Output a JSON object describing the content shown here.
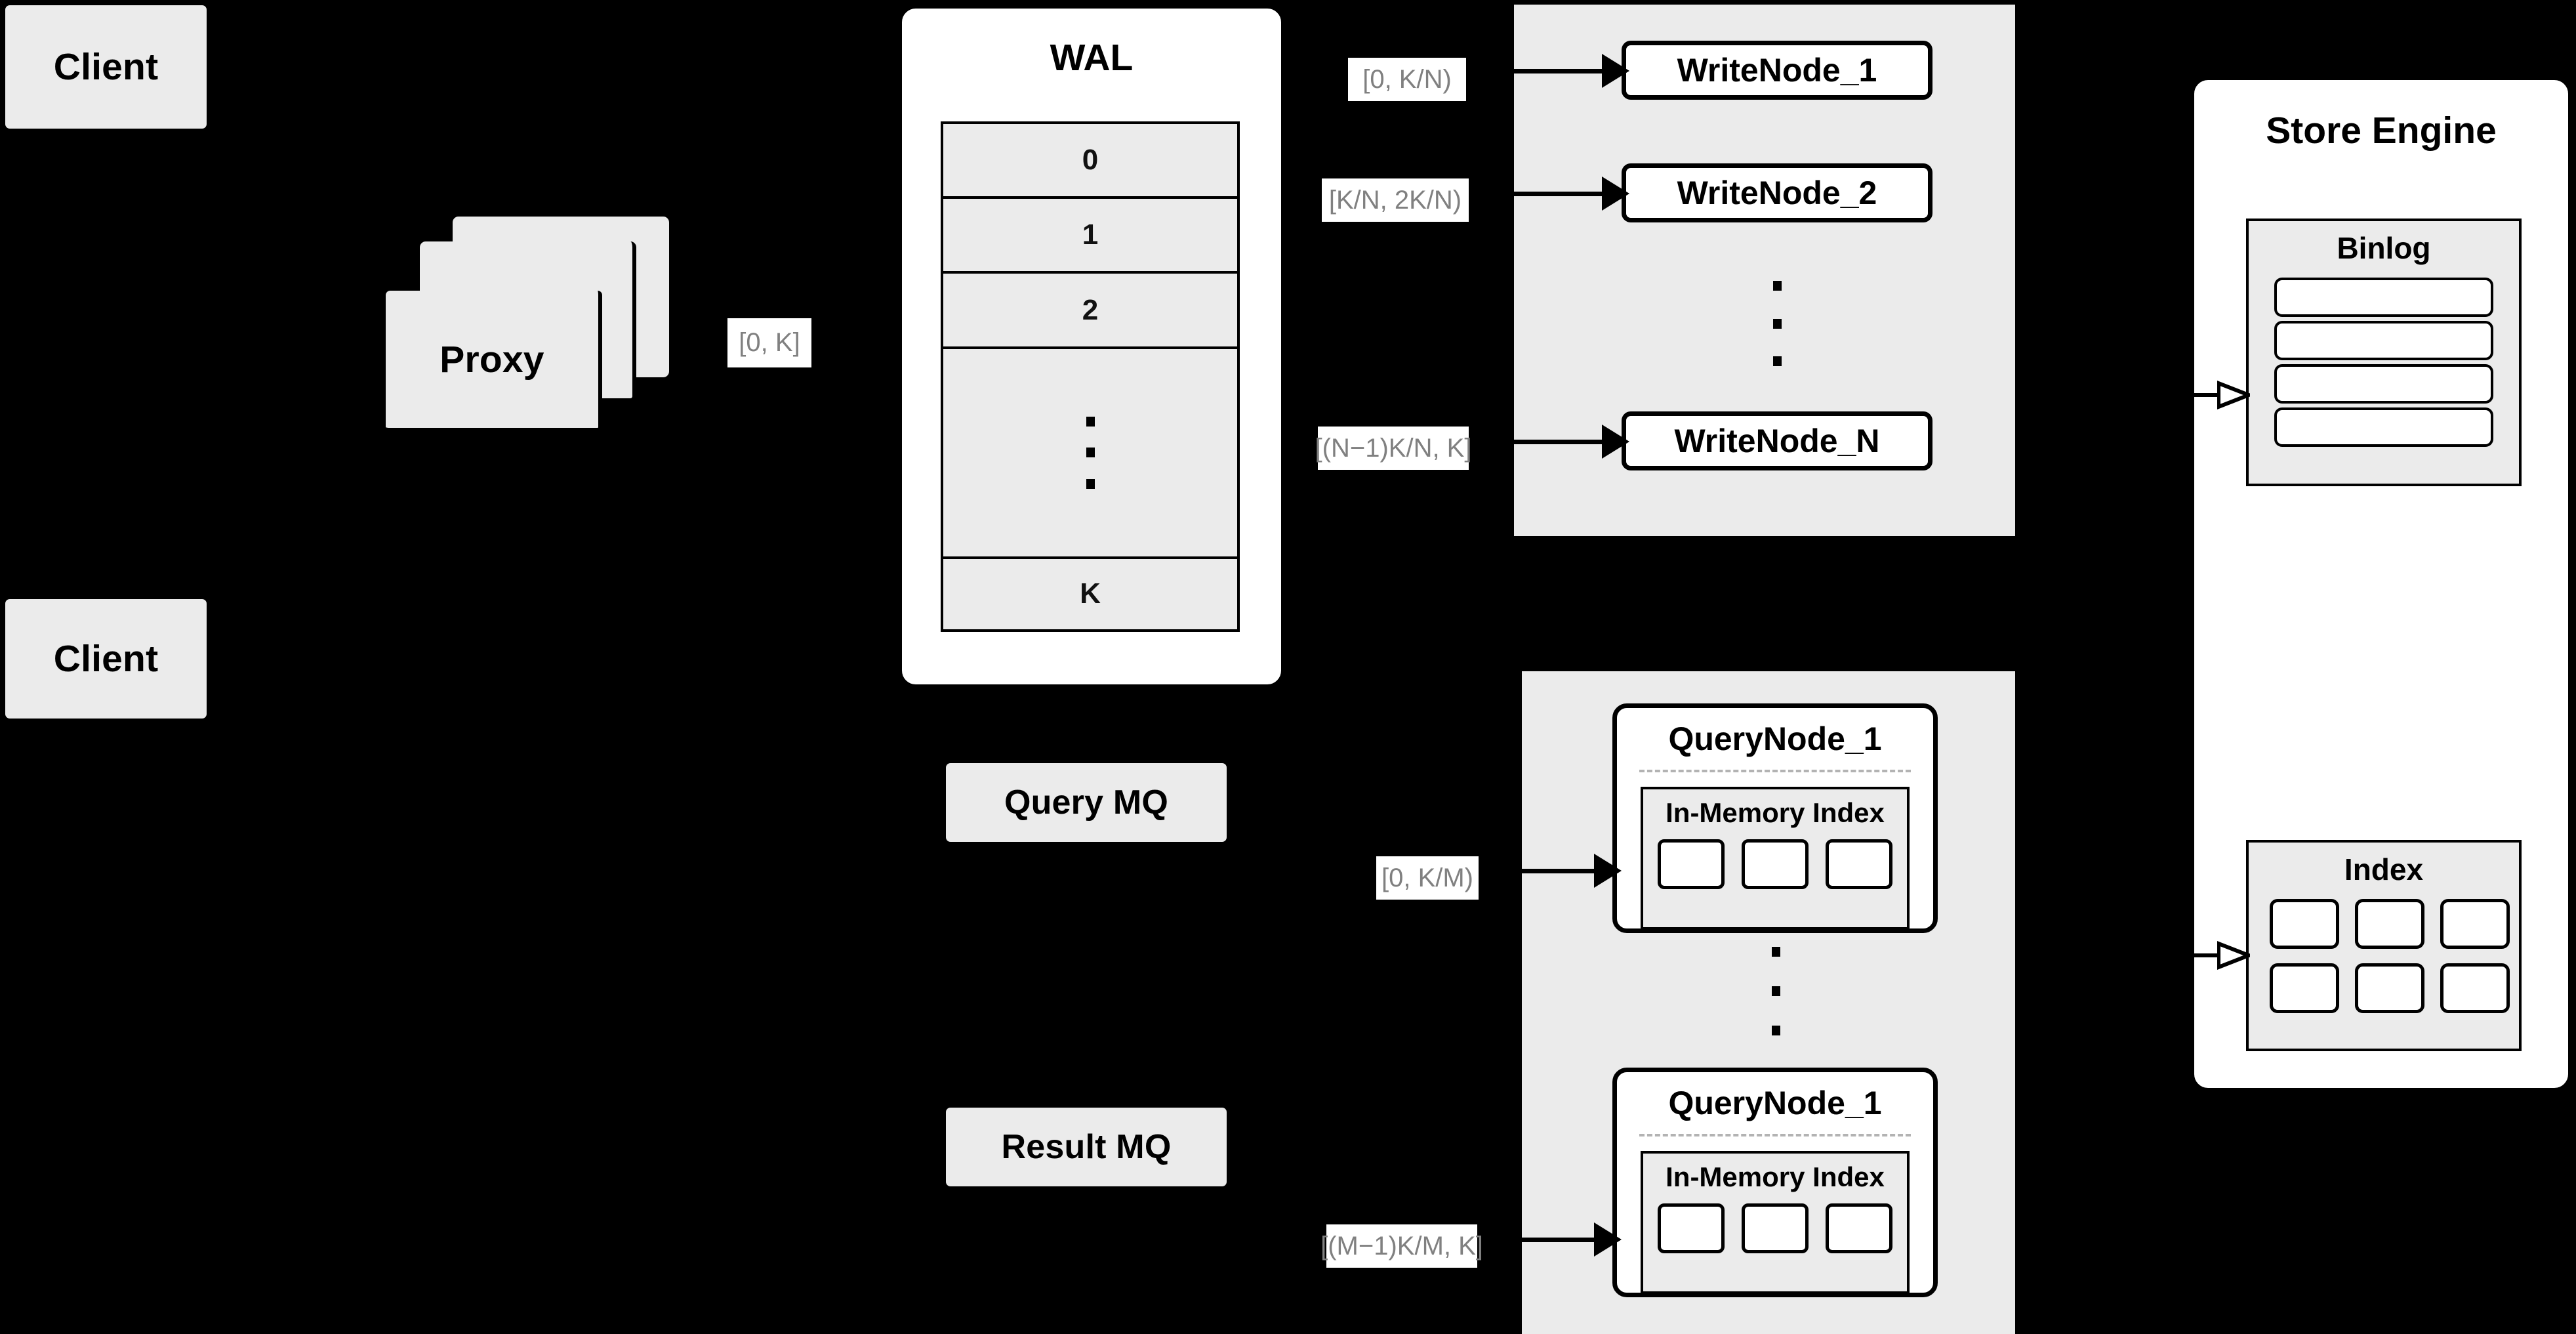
{
  "diagram": {
    "nodes": {
      "client_top": "Client",
      "client_bottom": "Client",
      "proxy": "Proxy",
      "wal_title": "WAL",
      "query_mq": "Query MQ",
      "result_mq": "Result MQ",
      "store_engine": "Store Engine",
      "binlog": "Binlog",
      "index": "Index"
    },
    "wal_rows": [
      "0",
      "1",
      "2",
      "",
      "K"
    ],
    "wal_ellipsis_row_index": 3,
    "write_nodes": [
      "WriteNode_1",
      "WriteNode_2",
      "WriteNode_N"
    ],
    "query_nodes": [
      {
        "title": "QueryNode_1",
        "index_label": "In-Memory Index",
        "cells": 3
      },
      {
        "title": "QueryNode_1",
        "index_label": "In-Memory Index",
        "cells": 3
      }
    ],
    "range_labels": {
      "proxy_to_wal": "[0, K]",
      "write_1": "[0,  K/N)",
      "write_2": "[K/N, 2K/N)",
      "write_n": "[(N−1)K/N,  K]",
      "query_1": "[0, K/M)",
      "query_m": "[(M−1)K/M, K]"
    },
    "binlog_row_count": 4,
    "index_cell_count": 6,
    "colors": {
      "background": "#000000",
      "node_fill": "#ebebeb",
      "panel_fill": "#ffffff",
      "stroke": "#000000",
      "label_text": "#808080",
      "dashed_divider": "#b3b3b3"
    }
  }
}
